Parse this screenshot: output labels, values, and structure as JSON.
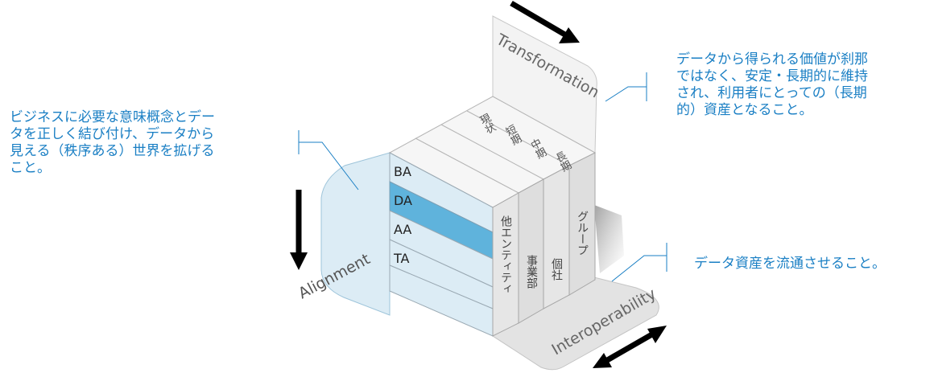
{
  "axes": {
    "transformation": "Transformation",
    "alignment": "Alignment",
    "interoperability": "Interoperability"
  },
  "callouts": {
    "alignment": "ビジネスに必要な意味概念とデー\nタを正しく結び付け、データから\n見える（秩序ある）世界を拡げる\nこと。",
    "transformation": "データから得られる価値が刹那\nではなく、安定・長期的に維持\nされ、利用者にとっての（長期\n的）資産となること。",
    "interoperability": "データ資産を流通させること。"
  },
  "layers": [
    "BA",
    "DA",
    "AA",
    "TA"
  ],
  "highlighted_layer": "DA",
  "time_horizons": [
    "現状",
    "短期",
    "中期",
    "長期"
  ],
  "scopes": [
    "他エンティティ",
    "事業部",
    "個社",
    "グループ"
  ],
  "colors": {
    "accent": "#1a7fc4",
    "highlight": "#5fb3dc",
    "panel_blue": "#dcecf5",
    "panel_gray": "#ededed",
    "panel_light": "#f3f3f3",
    "arrow": "#000000"
  }
}
